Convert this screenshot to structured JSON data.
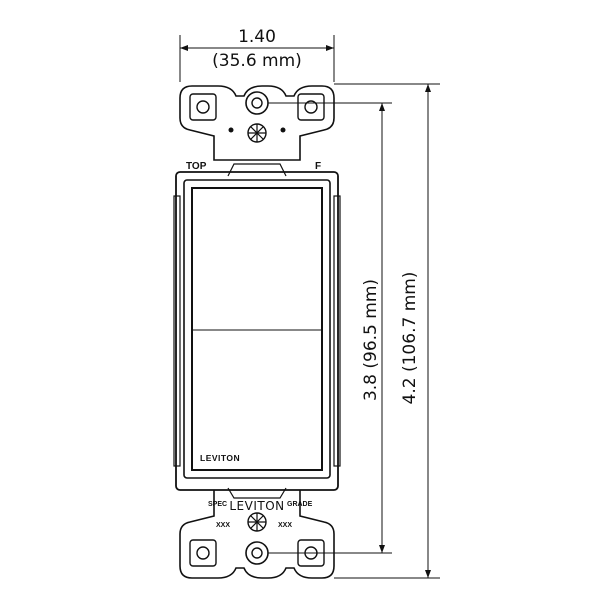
{
  "dimensions": {
    "width_inches": "1.40",
    "width_mm": "(35.6 mm)",
    "height_inner": "3.8 (96.5 mm)",
    "height_outer": "4.2 (106.7 mm)"
  },
  "labels": {
    "top": "TOP",
    "f": "F",
    "brand_rocker": "LEVITON",
    "brand_bottom": "LEVITON",
    "spec": "SPEC",
    "grade": "GRADE",
    "xxx_left": "XXX",
    "xxx_right": "XXX"
  },
  "colors": {
    "line": "#111111",
    "background": "#ffffff"
  }
}
